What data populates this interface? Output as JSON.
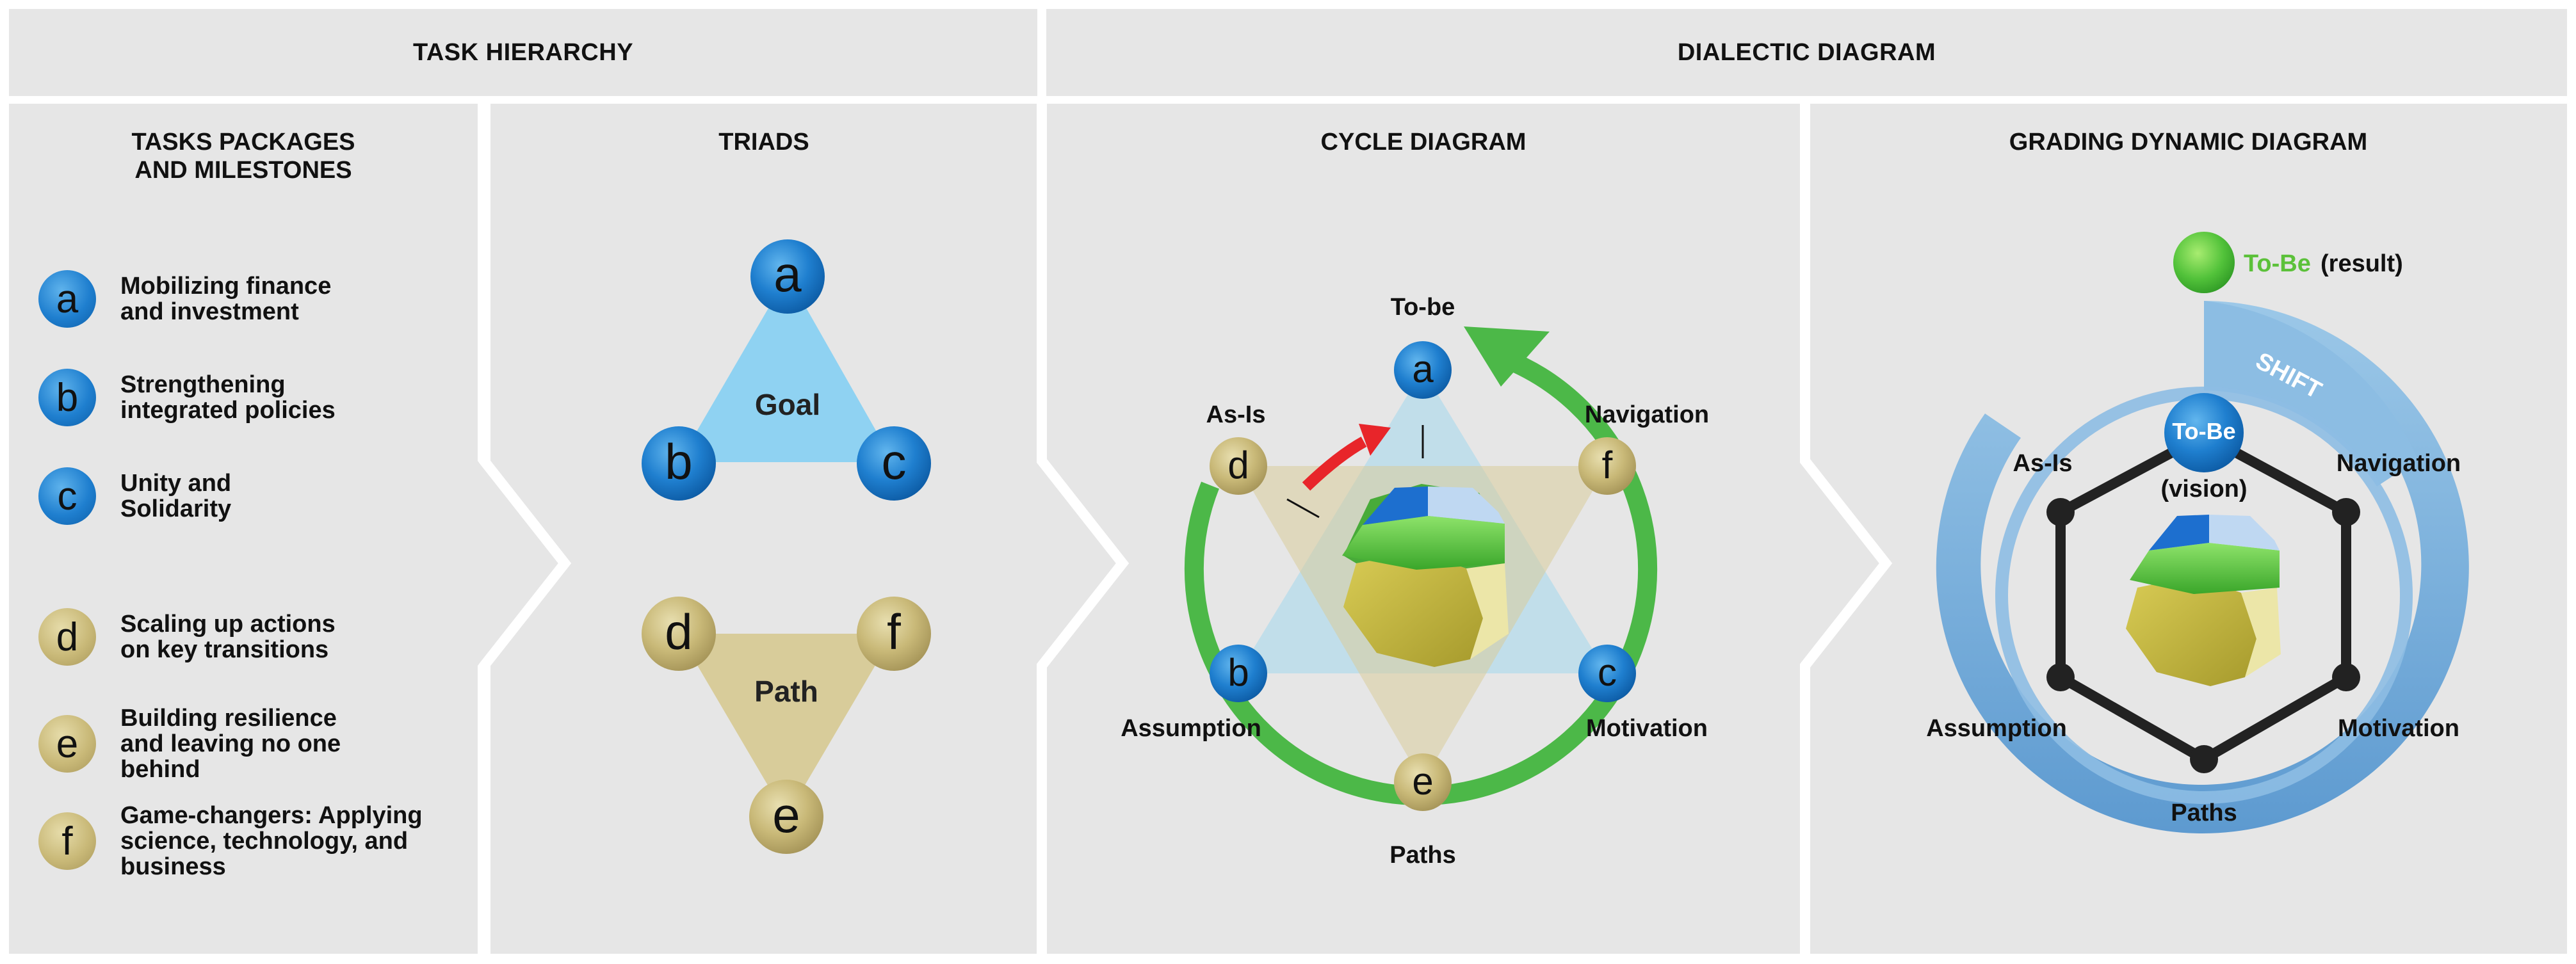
{
  "headers": {
    "task_hierarchy": "TASK HIERARCHY",
    "dialectic_diagram": "DIALECTIC DIAGRAM"
  },
  "columns": {
    "tasks": "TASKS PACKAGES\nAND MILESTONES",
    "triads": "TRIADS",
    "cycle": "CYCLE DIAGRAM",
    "grading": "GRADING DYNAMIC DIAGRAM"
  },
  "legend": [
    {
      "letter": "a",
      "text": "Mobilizing finance\nand investment",
      "color": "blue"
    },
    {
      "letter": "b",
      "text": "Strengthening\nintegrated policies",
      "color": "blue"
    },
    {
      "letter": "c",
      "text": "Unity and\nSolidarity",
      "color": "blue"
    },
    {
      "letter": "d",
      "text": "Scaling up actions\non key transitions",
      "color": "gold"
    },
    {
      "letter": "e",
      "text": "Building resilience\nand leaving no one\nbehind",
      "color": "gold"
    },
    {
      "letter": "f",
      "text": "Game-changers: Applying\nscience, technology, and\nbusiness",
      "color": "gold"
    }
  ],
  "triads": {
    "goal_label": "Goal",
    "path_label": "Path",
    "goal_nodes": [
      "a",
      "b",
      "c"
    ],
    "path_nodes": [
      "d",
      "f",
      "e"
    ]
  },
  "cycle": {
    "to_be": "To-be",
    "as_is": "As-Is",
    "navigation": "Navigation",
    "assumption": "Assumption",
    "motivation": "Motivation",
    "paths": "Paths",
    "nodes": {
      "a": "a",
      "b": "b",
      "c": "c",
      "d": "d",
      "e": "e",
      "f": "f"
    }
  },
  "grading": {
    "to_be_result_prefix": "To-Be",
    "to_be_result_suffix": "(result)",
    "shift": "SHIFT",
    "to_be_vision_title": "To-Be",
    "to_be_vision_sub": "(vision)",
    "as_is": "As-Is",
    "navigation": "Navigation",
    "assumption": "Assumption",
    "motivation": "Motivation",
    "paths": "Paths"
  },
  "colors": {
    "panel_bg": "#e6e6e6",
    "blue_node": "#1f7fcf",
    "gold_node": "#c9b978",
    "goal_triangle": "#8fd2f2",
    "path_triangle": "#d8cc9a",
    "cycle_green": "#4cb848",
    "arrow_red": "#e8252a",
    "shift_blue": "#7fb5dd",
    "to_be_green": "#5cc13a"
  }
}
